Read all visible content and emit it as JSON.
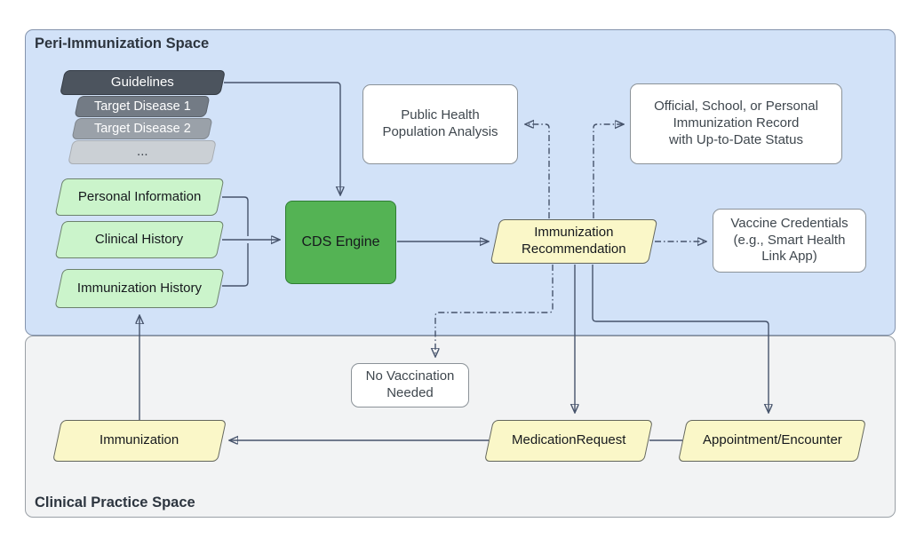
{
  "regions": {
    "peri": {
      "label": "Peri-Immunization Space"
    },
    "clinical": {
      "label": "Clinical Practice Space"
    }
  },
  "nodes": {
    "guidelines": {
      "label": "Guidelines"
    },
    "target_disease_1": {
      "label": "Target Disease 1"
    },
    "target_disease_2": {
      "label": "Target Disease 2"
    },
    "target_disease_more": {
      "label": "..."
    },
    "personal_information": {
      "label": "Personal Information"
    },
    "clinical_history": {
      "label": "Clinical History"
    },
    "immunization_history": {
      "label": "Immunization History"
    },
    "cds_engine": {
      "label": "CDS Engine"
    },
    "public_health_population_analysis": {
      "label": "Public Health\nPopulation Analysis"
    },
    "official_immunization_record": {
      "label": "Official, School, or Personal\nImmunization Record\nwith Up-to-Date Status"
    },
    "immunization_recommendation": {
      "label": "Immunization\nRecommendation"
    },
    "vaccine_credentials": {
      "label": "Vaccine Credentials\n(e.g., Smart Health\nLink App)"
    },
    "no_vaccination_needed": {
      "label": "No Vaccination\nNeeded"
    },
    "immunization": {
      "label": "Immunization"
    },
    "medication_request": {
      "label": "MedicationRequest"
    },
    "appointment_encounter": {
      "label": "Appointment/Encounter"
    }
  },
  "colors": {
    "region_blue": "#d2e2f8",
    "region_blue_border": "#8494ad",
    "region_gray": "#f2f3f4",
    "region_gray_border": "#9aa0a6",
    "card_dark": "#4c545e",
    "card_gray_1": "#737b85",
    "card_gray_2": "#9aa1a9",
    "card_gray_3": "#cbd0d5",
    "node_green_light": "#cbf4cb",
    "node_green": "#54b354",
    "node_yellow": "#faf7c8",
    "node_white": "#ffffff",
    "edge": "#46536b"
  }
}
